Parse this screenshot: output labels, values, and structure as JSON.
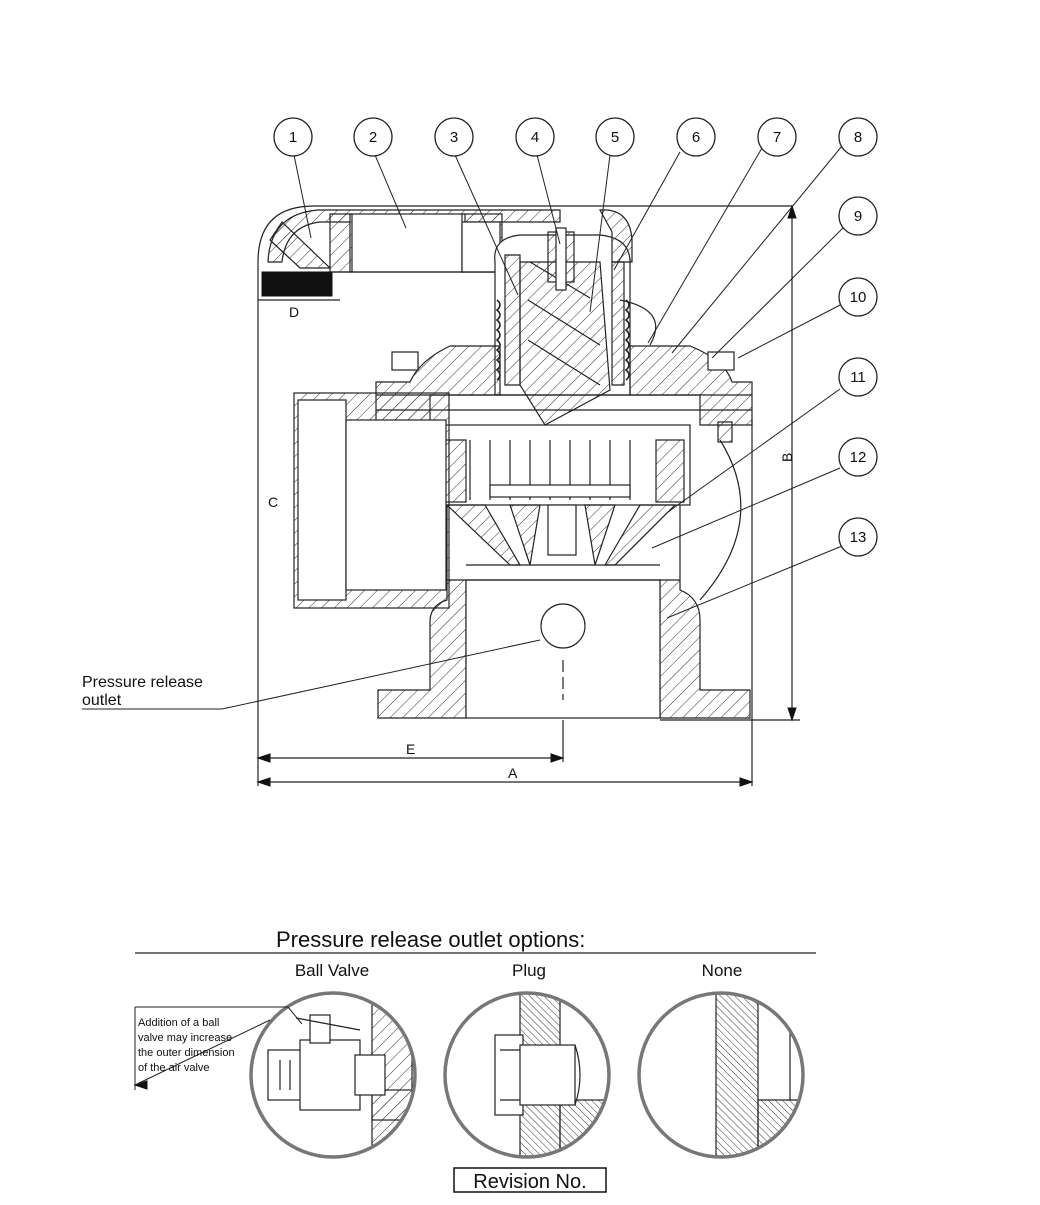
{
  "callouts": [
    "1",
    "2",
    "3",
    "4",
    "5",
    "6",
    "7",
    "8",
    "9",
    "10",
    "11",
    "12",
    "13"
  ],
  "dimensions": {
    "a": "A",
    "b": "B",
    "c": "C",
    "d": "D",
    "e": "E"
  },
  "outlet_label": {
    "line1": "Pressure release",
    "line2": "outlet"
  },
  "options": {
    "title": "Pressure release outlet options:",
    "items": [
      "Ball Valve",
      "Plug",
      "None"
    ],
    "note": [
      "Addition of a ball",
      "valve may increase",
      "the outer dimension",
      "of the air valve"
    ]
  },
  "revision": "Revision No."
}
